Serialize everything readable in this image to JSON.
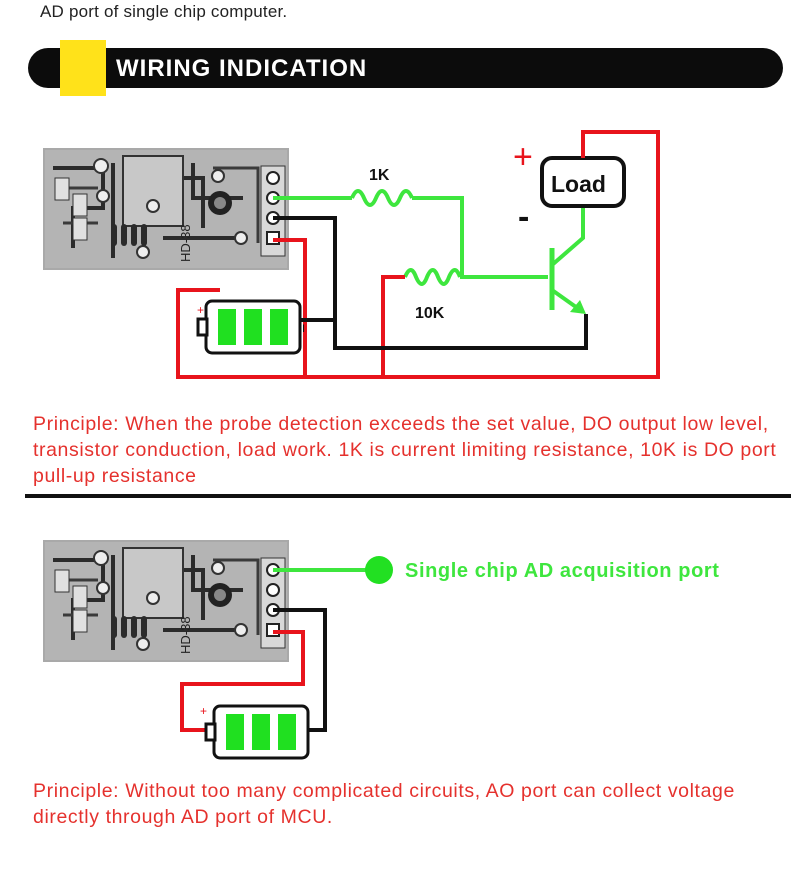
{
  "intro": {
    "text": "AD port of single chip computer."
  },
  "banner": {
    "title": "WIRING INDICATION"
  },
  "diagram1": {
    "resistor_1k": "1K",
    "resistor_10k": "10K",
    "load": "Load",
    "plus": "+",
    "minus": "-",
    "module_label": "HD-38",
    "battery_plus": "+",
    "battery_minus": "I"
  },
  "principle1": "Principle: When the probe detection exceeds the set value, DO output low level, transistor conduction, load work. 1K is current limiting resistance, 10K is DO port pull-up resistance",
  "diagram2": {
    "port_label": "Single chip AD acquisition port",
    "module_label": "HD-38",
    "battery_plus": "+",
    "battery_minus": "I"
  },
  "principle2": "Principle: Without too many complicated circuits, AO port can collect voltage directly through AD port of MCU.",
  "colors": {
    "red": "#e8141c",
    "green": "#3ee63e",
    "black": "#111111",
    "accent": "#ffe21a",
    "text_red": "#e5312d"
  }
}
